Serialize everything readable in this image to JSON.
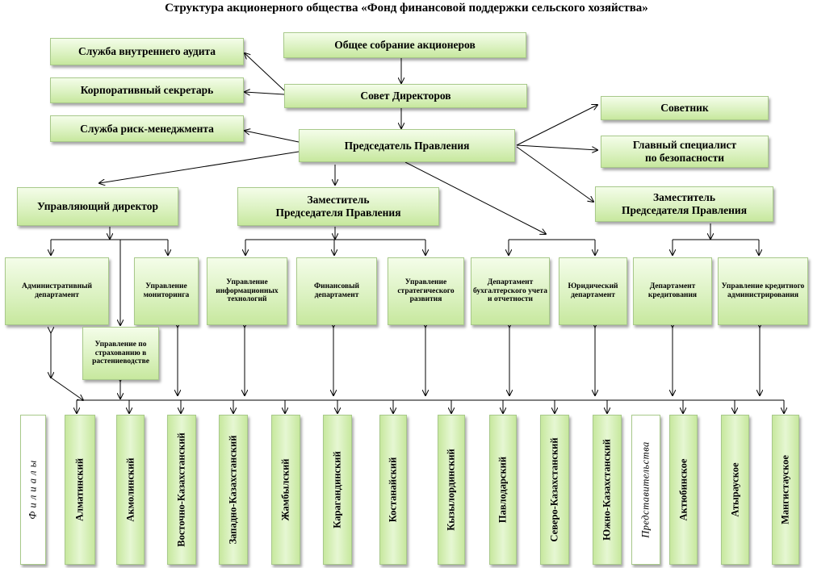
{
  "title": "Структура акционерного общества «Фонд финансовой поддержки сельского хозяйства»",
  "nodes": {
    "shareholders": "Общее собрание акционеров",
    "board": "Совет Директоров",
    "internal_audit": "Служба внутреннего аудита",
    "corp_secretary": "Корпоративный секретарь",
    "risk": "Служба риск-менеджмента",
    "chairman": "Председатель Правления",
    "advisor": "Советник",
    "security_line1": "Главный специалист",
    "security_line2": "по безопасности",
    "managing_director": "Управляющий директор",
    "deputy1_line1": "Заместитель",
    "deputy1_line2": "Председателя Правления",
    "deputy2_line1": "Заместитель",
    "deputy2_line2": "Председателя Правления",
    "admin_dept": "Административный департамент",
    "monitoring": "Управление мониторинга",
    "crop_insurance": "Управление по страхованию в растениеводстве",
    "it_dept": "Управление информационных технологий",
    "finance_dept": "Финансовый департамент",
    "strategy_dept": "Управление стратегического развития",
    "accounting_dept": "Департамент бухгалтерского учета и отчетности",
    "legal_dept": "Юридический департамент",
    "credit_dept": "Департамент кредитования",
    "credit_admin": "Управление кредитного администрирования"
  },
  "branches_label": "Ф и л и а л ы",
  "branches": [
    "Алматинский",
    "Акмолинский",
    "Восточно-Казахстанский",
    "Западно-Казахстанский",
    "Жамбылский",
    "Карагандинский",
    "Костанайский",
    "Кызылординский",
    "Павлодарский",
    "Северо-Казахстанский",
    "Южно-Казахстанский"
  ],
  "representations_label": "Представительства",
  "representations": [
    "Актюбинское",
    "Атырауское",
    "Мангистауское"
  ]
}
